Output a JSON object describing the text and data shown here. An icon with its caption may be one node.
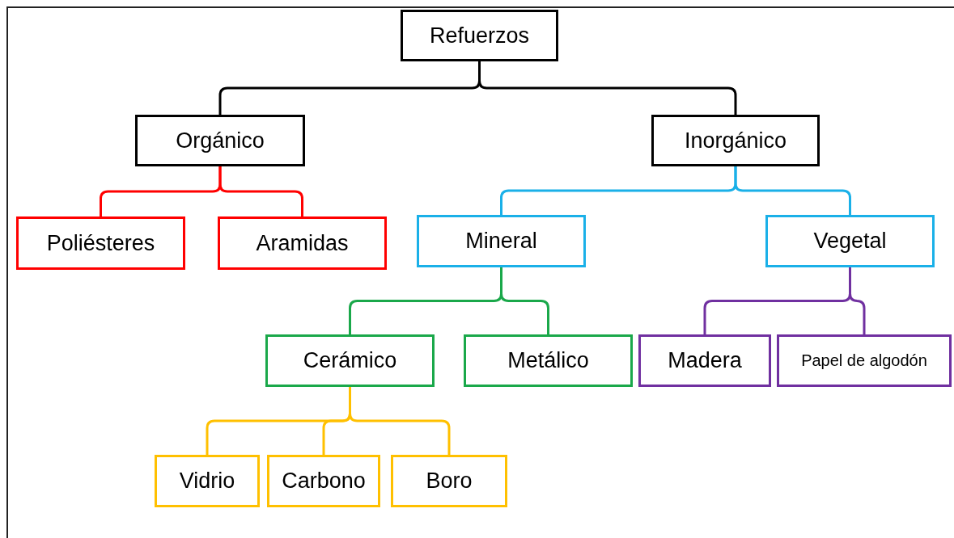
{
  "diagram": {
    "nodes": [
      {
        "text": [
          "Refuerzos"
        ]
      },
      {
        "text": [
          "Orgánico"
        ]
      },
      {
        "text": [
          "Inorgánico"
        ]
      },
      {
        "text": [
          "Poliésteres"
        ]
      },
      {
        "text": [
          "Aramidas"
        ]
      },
      {
        "text": [
          "Mineral"
        ]
      },
      {
        "text": [
          "Vegetal"
        ]
      },
      {
        "text": [
          "Cerámico"
        ]
      },
      {
        "text": [
          "Metálico"
        ]
      },
      {
        "text": [
          "Madera"
        ]
      },
      {
        "text": [
          "Papel de algodón"
        ]
      },
      {
        "text": [
          "Vidrio"
        ]
      },
      {
        "text": [
          "Carbono"
        ]
      },
      {
        "text": [
          "Boro"
        ]
      }
    ],
    "edges": [
      {
        "from": 0,
        "to": 1,
        "arrow": "none",
        "color": "#000000"
      },
      {
        "from": 0,
        "to": 2,
        "arrow": "none",
        "color": "#000000"
      },
      {
        "from": 1,
        "to": 3,
        "arrow": "none",
        "color": "#ff0000"
      },
      {
        "from": 1,
        "to": 4,
        "arrow": "none",
        "color": "#ff0000"
      },
      {
        "from": 2,
        "to": 5,
        "arrow": "none",
        "color": "#1ab0e8"
      },
      {
        "from": 2,
        "to": 6,
        "arrow": "none",
        "color": "#1ab0e8"
      },
      {
        "from": 5,
        "to": 7,
        "arrow": "none",
        "color": "#1aa84a"
      },
      {
        "from": 5,
        "to": 8,
        "arrow": "none",
        "color": "#1aa84a"
      },
      {
        "from": 6,
        "to": 9,
        "arrow": "none",
        "color": "#7030a0"
      },
      {
        "from": 6,
        "to": 10,
        "arrow": "none",
        "color": "#7030a0"
      },
      {
        "from": 7,
        "to": 11,
        "arrow": "none",
        "color": "#ffc000"
      },
      {
        "from": 7,
        "to": 12,
        "arrow": "none",
        "color": "#ffc000"
      },
      {
        "from": 7,
        "to": 13,
        "arrow": "none",
        "color": "#ffc000"
      }
    ]
  }
}
